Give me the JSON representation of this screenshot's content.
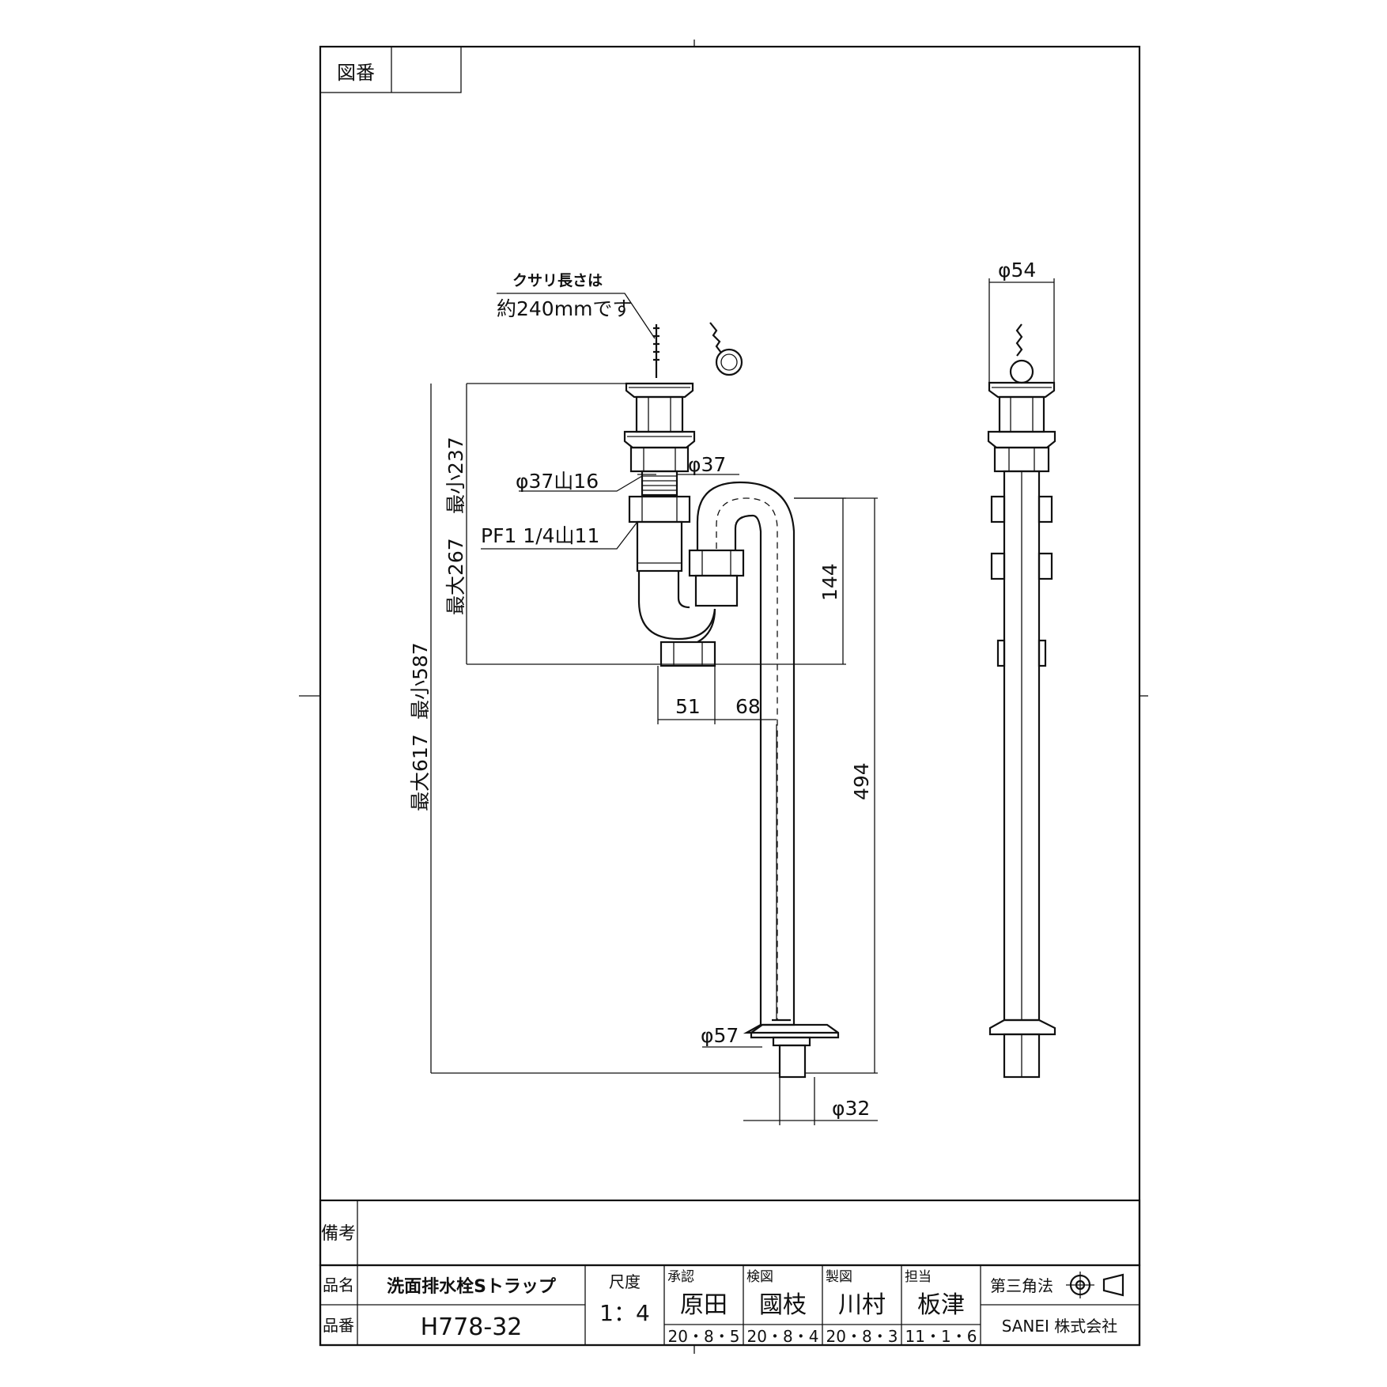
{
  "drawing": {
    "zuban_label": "図番",
    "zuban_value": "",
    "chain_note_line1": "クサリ長さは",
    "chain_note_line2": "約240mmです",
    "dims": {
      "dia54": "φ54",
      "dia37": "φ37",
      "dia37_thread": "φ37山16",
      "pf_thread": "PF1 1/4山11",
      "min237": "最小237",
      "max267": "最大267",
      "min587": "最小587",
      "max617": "最大617",
      "d144": "144",
      "d51": "51",
      "d68": "68",
      "d494": "494",
      "dia57": "φ57",
      "dia32": "φ32"
    }
  },
  "title_block": {
    "remarks_label": "備考",
    "remarks_value": "",
    "name_label": "品名",
    "name_value": "洗面排水栓Sトラップ",
    "number_label": "品番",
    "number_value": "H778-32",
    "scale_label": "尺度",
    "scale_value": "1：4",
    "approve_label": "承認",
    "approve_name": "原田",
    "approve_date": "20・8・5",
    "check_label": "検図",
    "check_name": "國枝",
    "check_date": "20・8・4",
    "draw_label": "製図",
    "draw_name": "川村",
    "draw_date": "20・8・3",
    "charge_label": "担当",
    "charge_name": "板津",
    "charge_date": "11・1・6",
    "projection_label": "第三角法",
    "company": "SANEI 株式会社"
  }
}
